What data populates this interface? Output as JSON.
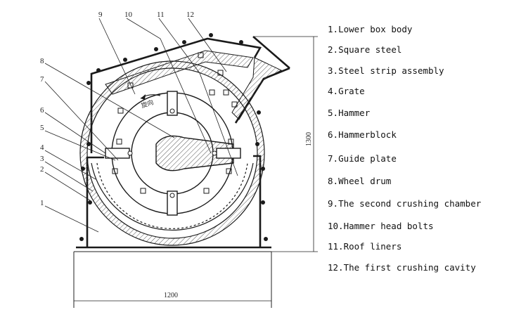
{
  "legend": [
    {
      "num": "1.",
      "text": "Lower box body"
    },
    {
      "num": "2.",
      "text": "Square steel"
    },
    {
      "num": "3.",
      "text": "Steel strip assembly"
    },
    {
      "num": "4.",
      "text": "Grate"
    },
    {
      "num": "5.",
      "text": "Hammer"
    },
    {
      "num": "6.",
      "text": "Hammerblock"
    },
    {
      "num": "7.",
      "text": "Guide plate"
    },
    {
      "num": "8.",
      "text": "Wheel drum"
    },
    {
      "num": "9.",
      "text": "The second crushing chamber"
    },
    {
      "num": "10.",
      "text": "Hammer head bolts"
    },
    {
      "num": "11.",
      "text": "Roof liners"
    },
    {
      "num": "12.",
      "text": "The first crushing cavity"
    }
  ],
  "callouts": [
    "1",
    "2",
    "3",
    "4",
    "5",
    "6",
    "7",
    "8",
    "9",
    "10",
    "11",
    "12"
  ],
  "dimensions": {
    "height": "1300",
    "width": "1200"
  },
  "rotor_label": "旋向",
  "colors": {
    "line": "#1a1a1a",
    "hatch": "#555555",
    "background": "#ffffff"
  }
}
